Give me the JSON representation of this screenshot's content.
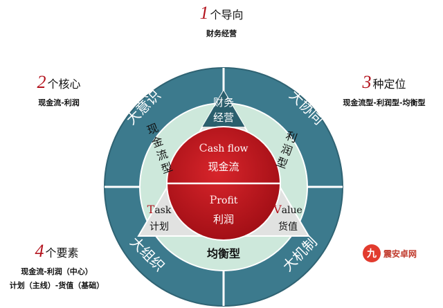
{
  "callouts": {
    "top": {
      "num": "1",
      "title": "个导向",
      "detail": "财务经营"
    },
    "left": {
      "num": "2",
      "title": "个核心",
      "detail": "现金流-利润"
    },
    "right": {
      "num": "3",
      "title": "种定位",
      "detail": "现金流型-利润型-均衡型"
    },
    "bottom": {
      "num": "4",
      "title": "个要素",
      "detail1": "现金流-利润（中心）",
      "detail2": "计划（主线）-货值（基础）"
    }
  },
  "outer_ring": {
    "top_left": "大意识",
    "top_right": "大协同",
    "bottom_left": "大组织",
    "bottom_right": "大机制"
  },
  "middle_ring": {
    "left": [
      "现",
      "金",
      "流",
      "型"
    ],
    "right": [
      "利",
      "润",
      "型"
    ],
    "bottom": "均衡型"
  },
  "triangle": {
    "top": [
      "财务",
      "经营"
    ],
    "bottom_left_en_cap": "T",
    "bottom_left_en_rest": "ask",
    "bottom_left_cn": "计划",
    "bottom_right_en_cap": "V",
    "bottom_right_en_rest": "alue",
    "bottom_right_cn": "货值"
  },
  "core": {
    "top_en_cap": "C",
    "top_en_rest": "ash flow",
    "top_cn": "现金流",
    "bottom_en_cap": "P",
    "bottom_en_rest": "rofit",
    "bottom_cn": "利润"
  },
  "watermark": {
    "logo": "九",
    "text": "震安卓网"
  },
  "colors": {
    "outer_ring": "#3c7a8d",
    "middle_ring": "#cde8db",
    "triangle": "#e1e2e1",
    "triangle_top": "#2b5f6d",
    "core": "#c0141b",
    "accent": "#b3121c"
  }
}
